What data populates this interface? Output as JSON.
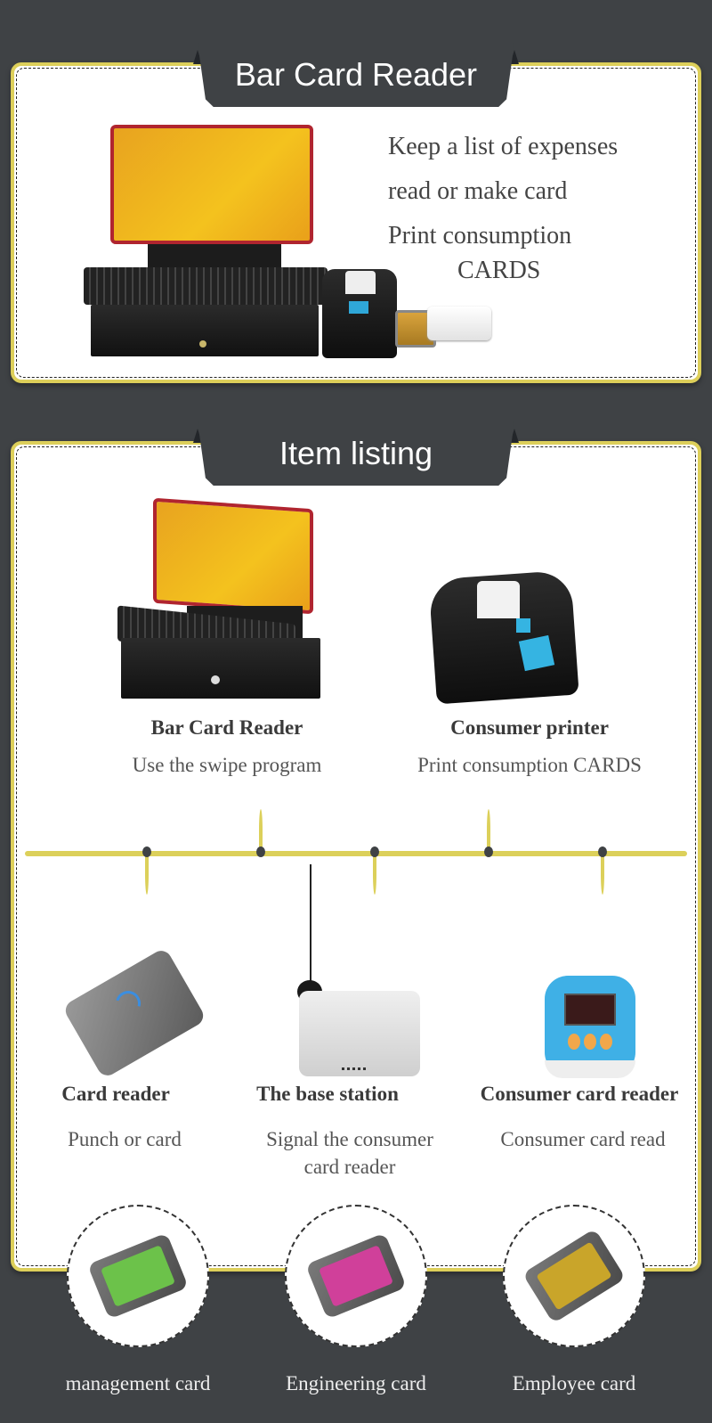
{
  "colors": {
    "background": "#3f4245",
    "panel_border": "#ddcf5a",
    "panel_fill": "#ffffff",
    "timeline": "#dcd05a",
    "tab_fill": "#3f4245"
  },
  "section1": {
    "tab_title": "Bar Card Reader",
    "image": "pos-terminal-system-image",
    "features": [
      "Keep a list of expenses",
      "read or make card",
      "Print consumption",
      "CARDS"
    ]
  },
  "section2": {
    "tab_title": "Item listing",
    "top_products": [
      {
        "title": "Bar Card Reader",
        "desc": "Use the swipe program",
        "image": "pos-terminal-image"
      },
      {
        "title": "Consumer printer",
        "desc": "Print consumption CARDS",
        "image": "receipt-printer-image"
      }
    ],
    "bottom_products": [
      {
        "title": "Card reader",
        "desc": "Punch or card",
        "image": "rfid-card-reader-image"
      },
      {
        "title": "The base station",
        "desc_line1": "Signal the consumer",
        "desc_line2": "card reader",
        "image": "wireless-base-station-image"
      },
      {
        "title": "Consumer card reader",
        "desc": "Consumer card read",
        "image": "consumer-card-terminal-image"
      }
    ]
  },
  "cards": [
    {
      "label": "management card",
      "color": "#6cc24a"
    },
    {
      "label": "Engineering card",
      "color": "#d0409a"
    },
    {
      "label": "Employee card",
      "color": "#c9a52a"
    }
  ]
}
